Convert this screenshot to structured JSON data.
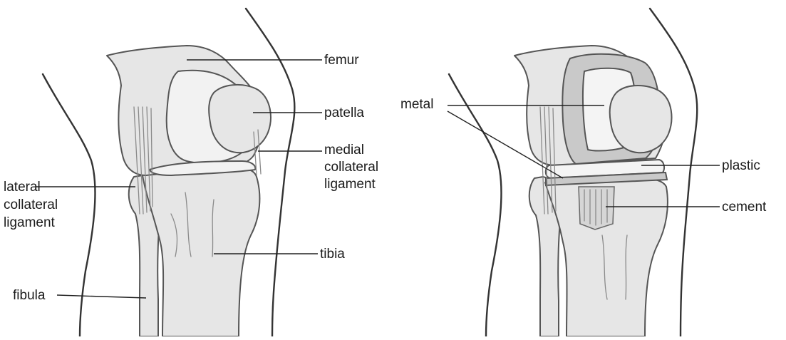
{
  "labels": {
    "femur": "femur",
    "patella": "patella",
    "medial_1": "medial",
    "medial_2": "collateral",
    "medial_3": "ligament",
    "lateral_1": "lateral",
    "lateral_2": "collateral",
    "lateral_3": "ligament",
    "tibia": "tibia",
    "fibula": "fibula",
    "metal": "metal",
    "plastic": "plastic",
    "cement": "cement"
  }
}
